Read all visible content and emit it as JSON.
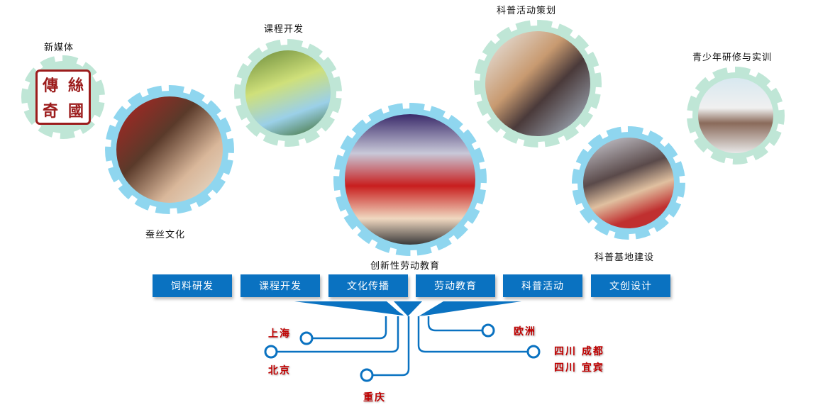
{
  "labels": {
    "new_media": "新媒体",
    "course_dev": "课程开发",
    "science_planning": "科普活动策划",
    "youth_training": "青少年研修与实训",
    "silk_culture": "蚕丝文化",
    "labor_education": "创新性劳动教育",
    "science_base": "科普基地建设"
  },
  "logo_text": [
    "傳",
    "絲",
    "奇",
    "國"
  ],
  "buttons": [
    "饲料研发",
    "课程开发",
    "文化传播",
    "劳动教育",
    "科普活动",
    "文创设计"
  ],
  "cities": {
    "shanghai": "上海",
    "beijing": "北京",
    "chongqing": "重庆",
    "europe": "欧洲",
    "chengdu": "四川 成都",
    "yibin": "四川 宜宾"
  },
  "colors": {
    "button": "#0a72c1",
    "city": "#c00000",
    "gear_mint": "#bfe6d6",
    "gear_blue": "#8fd6ef"
  }
}
